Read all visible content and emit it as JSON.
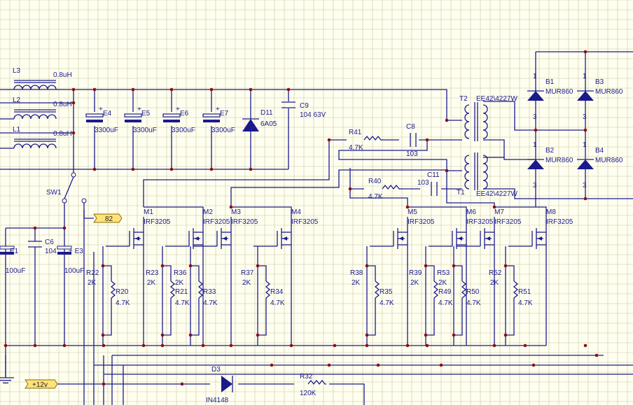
{
  "inductors": [
    {
      "ref": "L3",
      "value": "0.8uH"
    },
    {
      "ref": "L2",
      "value": "0.8uH"
    },
    {
      "ref": "L1",
      "value": "0.8uH"
    }
  ],
  "electrolytics": [
    {
      "ref": "E4",
      "value": "3300uF"
    },
    {
      "ref": "E5",
      "value": "3300uF"
    },
    {
      "ref": "E6",
      "value": "3300uF"
    },
    {
      "ref": "E7",
      "value": "3300uF"
    },
    {
      "ref": "E1",
      "value": "100uF"
    },
    {
      "ref": "E3",
      "value": "100uF"
    }
  ],
  "diodes": [
    {
      "ref": "D11",
      "value": "6A05"
    },
    {
      "ref": "D3",
      "value": "IN4148"
    }
  ],
  "capacitors": [
    {
      "ref": "C9",
      "value": "104 63V"
    },
    {
      "ref": "C8",
      "value": "103"
    },
    {
      "ref": "C11",
      "value": "103"
    },
    {
      "ref": "C6",
      "value": "104"
    }
  ],
  "transformers": [
    {
      "ref": "T2",
      "value": "EE42\\4227W"
    },
    {
      "ref": "T1",
      "value": "EE42\\4227W"
    }
  ],
  "rectifiers": [
    {
      "ref": "B1",
      "value": "MUR860"
    },
    {
      "ref": "B3",
      "value": "MUR860"
    },
    {
      "ref": "B2",
      "value": "MUR860"
    },
    {
      "ref": "B4",
      "value": "MUR860"
    }
  ],
  "pin_labels": {
    "anode": "1",
    "cathode": "3"
  },
  "switch": {
    "ref": "SW1"
  },
  "ports": {
    "net82": "82",
    "plus12v": "+12v"
  },
  "mosfets": [
    {
      "ref": "M1",
      "value": "IRF3205"
    },
    {
      "ref": "M2",
      "value": "IRF3205"
    },
    {
      "ref": "M3",
      "value": "IRF3205"
    },
    {
      "ref": "M4",
      "value": "IRF3205"
    },
    {
      "ref": "M5",
      "value": "IRF3205"
    },
    {
      "ref": "M6",
      "value": "IRF3205"
    },
    {
      "ref": "M7",
      "value": "IRF3205"
    },
    {
      "ref": "M8",
      "value": "IRF3205"
    }
  ],
  "resistors": {
    "R41": {
      "ref": "R41",
      "value": "4.7K"
    },
    "R40": {
      "ref": "R40",
      "value": "4.7K"
    },
    "R32": {
      "ref": "R32",
      "value": "120K"
    },
    "gate_2k": [
      {
        "ref": "R22",
        "value": "2K"
      },
      {
        "ref": "R23",
        "value": "2K"
      },
      {
        "ref": "R36",
        "value": "2K"
      },
      {
        "ref": "R37",
        "value": "2K"
      },
      {
        "ref": "R38",
        "value": "2K"
      },
      {
        "ref": "R39",
        "value": "2K"
      },
      {
        "ref": "R53",
        "value": "2K"
      },
      {
        "ref": "R52",
        "value": "2K"
      }
    ],
    "pull_4k7": [
      {
        "ref": "R20",
        "value": "4.7K"
      },
      {
        "ref": "R21",
        "value": "4.7K"
      },
      {
        "ref": "R33",
        "value": "4.7K"
      },
      {
        "ref": "R34",
        "value": "4.7K"
      },
      {
        "ref": "R35",
        "value": "4.7K"
      },
      {
        "ref": "R49",
        "value": "4.7K"
      },
      {
        "ref": "R50",
        "value": "4.7K"
      },
      {
        "ref": "R51",
        "value": "4.7K"
      }
    ]
  }
}
